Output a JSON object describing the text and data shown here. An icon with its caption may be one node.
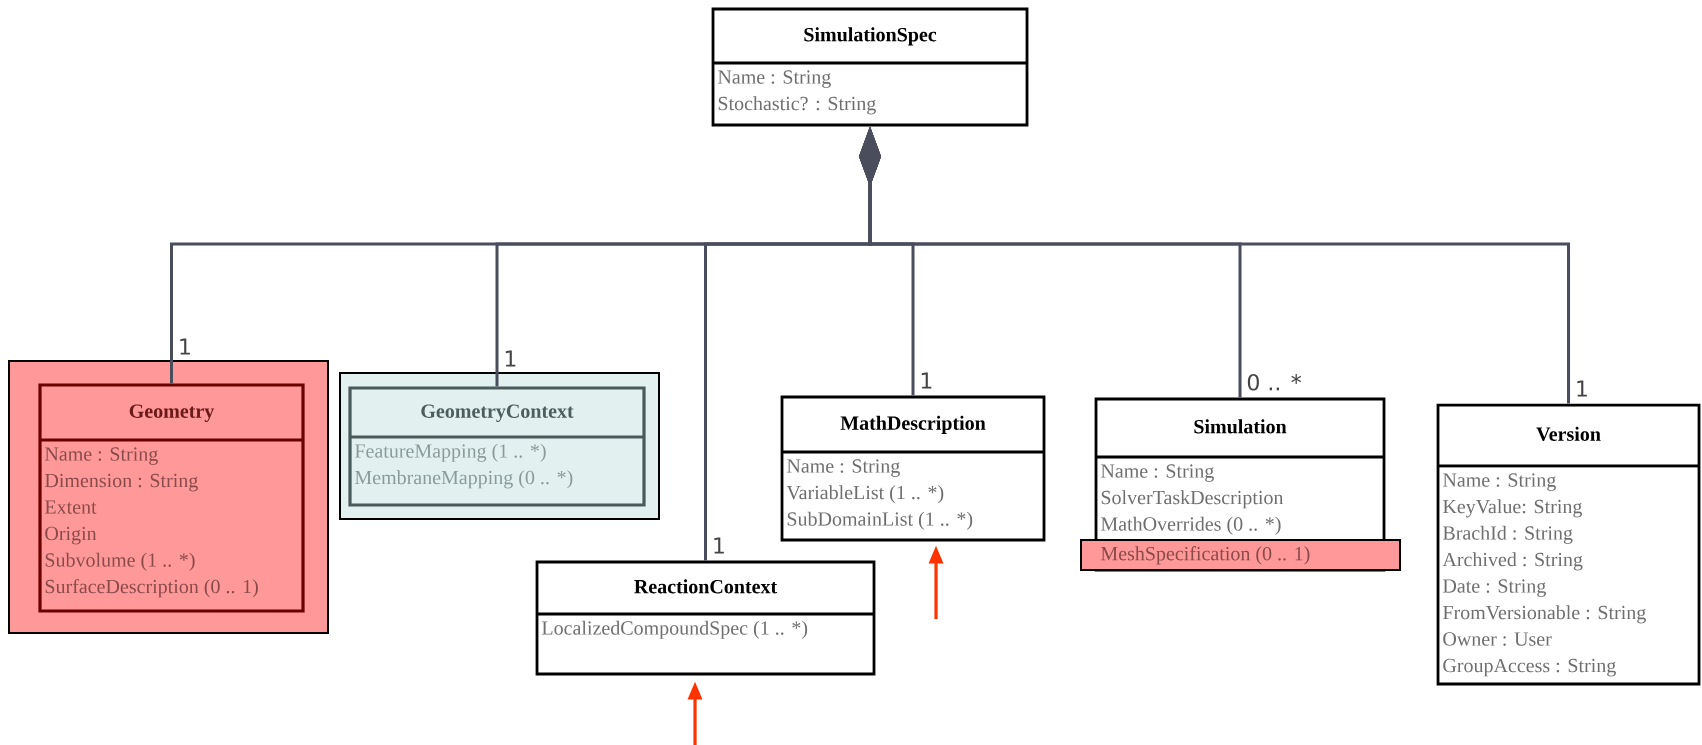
{
  "diagram": {
    "nodes": [
      {
        "text": [
          "SimulationSpec",
          "Name : String",
          "Stochastic? : String"
        ]
      },
      {
        "text": [],
        "shape": "box"
      },
      {
        "text": [
          "Geometry",
          "Name : String",
          "Dimension : String",
          "Extent",
          "Origin",
          "Subvolume (1 .. *)",
          "SurfaceDescription (0 .. 1)"
        ],
        "in": 1
      },
      {
        "text": [],
        "shape": "box"
      },
      {
        "text": [
          "GeometryContext",
          "FeatureMapping (1 .. *)",
          "MembraneMapping (0 .. *)"
        ],
        "in": 3
      },
      {
        "text": [
          "ReactionContext",
          "LocalizedCompoundSpec (1 .. *)"
        ]
      },
      {
        "text": [
          "MathDescription",
          "Name : String",
          "VariableList (1 .. *)",
          "SubDomainList (1 .. *)"
        ]
      },
      {
        "text": [
          "Simulation",
          "Name : String",
          "SolverTaskDescription",
          "MathOverrides (0 .. *)"
        ]
      },
      {
        "text": [
          "MeshSpecification (0 .. 1)"
        ]
      },
      {
        "text": [
          "Version",
          "Name : String",
          "KeyValue: String",
          "BrachId : String",
          "Archived : String",
          "Date : String",
          "FromVersionable : String",
          "Owner : User",
          "GroupAccess : String"
        ]
      }
    ],
    "edges": [
      {
        "from": 2,
        "to": 0,
        "arrow": "other",
        "label": "1"
      },
      {
        "from": 4,
        "to": 0,
        "arrow": "other",
        "label": "1"
      },
      {
        "from": 5,
        "to": 0,
        "arrow": "other",
        "label": "1"
      },
      {
        "from": 6,
        "to": 0,
        "arrow": "other",
        "label": "1"
      },
      {
        "from": 7,
        "to": 0,
        "arrow": "other",
        "label": "0 .. *"
      },
      {
        "from": 9,
        "to": 0,
        "arrow": "other",
        "label": "1"
      },
      {
        "from": null,
        "to": 5,
        "arrow": "to",
        "color": "#ff3300"
      },
      {
        "from": null,
        "to": 6,
        "arrow": "to",
        "color": "#ff3300"
      }
    ]
  }
}
